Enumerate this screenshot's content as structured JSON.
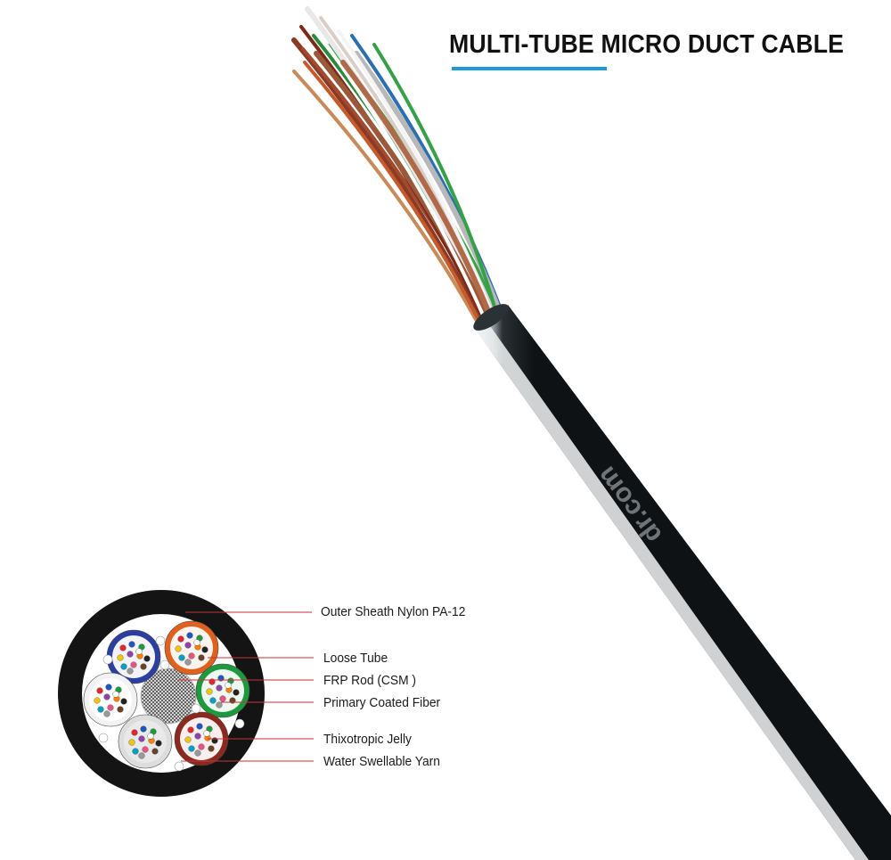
{
  "title": "MULTI-TUBE MICRO DUCT CABLE",
  "brand_mark": "dr.com",
  "colors": {
    "accent": "#1c9bd8",
    "sheath": "#1e2428",
    "leader": "#c8323c",
    "tubes": [
      "#2a3fa0",
      "#e0601e",
      "#1e9a3e",
      "#f2f2f2",
      "#dddddd",
      "#8a2a1e"
    ]
  },
  "labels": [
    "Outer Sheath Nylon PA-12",
    "Loose Tube",
    "FRP Rod (CSM )",
    "Primary Coated Fiber",
    "Thixotropic Jelly",
    "Water Swellable Yarn"
  ]
}
